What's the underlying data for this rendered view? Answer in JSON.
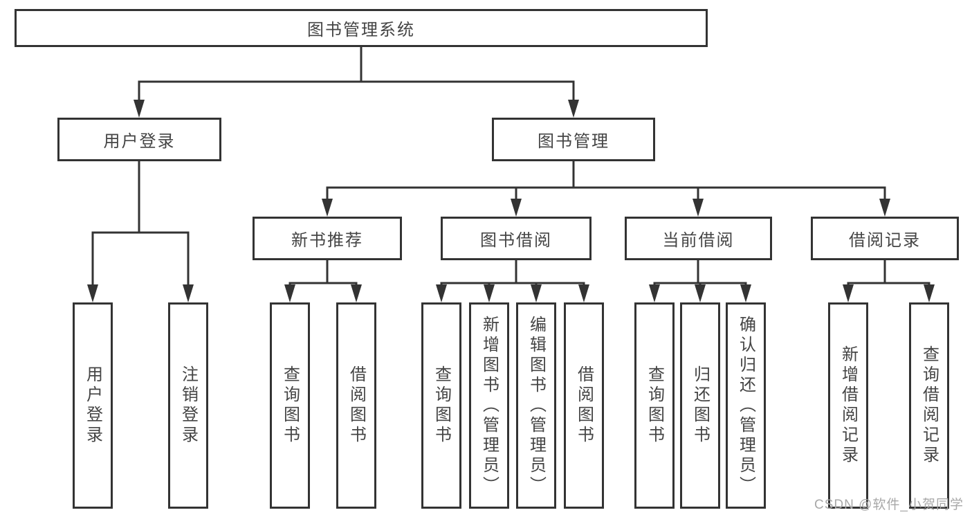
{
  "diagram_title": "图书管理系统",
  "tree": {
    "label": "图书管理系统",
    "children": [
      {
        "label": "用户登录",
        "children": [
          {
            "label": "用户登录"
          },
          {
            "label": "注销登录"
          }
        ]
      },
      {
        "label": "图书管理",
        "children": [
          {
            "label": "新书推荐",
            "children": [
              {
                "label": "查询图书"
              },
              {
                "label": "借阅图书"
              }
            ]
          },
          {
            "label": "图书借阅",
            "children": [
              {
                "label": "查询图书"
              },
              {
                "label": "新增图书（管理员）"
              },
              {
                "label": "编辑图书（管理员）"
              },
              {
                "label": "借阅图书"
              }
            ]
          },
          {
            "label": "当前借阅",
            "children": [
              {
                "label": "查询图书"
              },
              {
                "label": "归还图书"
              },
              {
                "label": "确认归还（管理员）"
              }
            ]
          },
          {
            "label": "借阅记录",
            "children": [
              {
                "label": "新增借阅记录"
              },
              {
                "label": "查询借阅记录"
              }
            ]
          }
        ]
      }
    ]
  },
  "watermark": {
    "text": "CSDN @软件_小贺同学"
  },
  "colors": {
    "line": "#333333",
    "text": "#444444",
    "watermark": "#a8a8a8",
    "background": "#ffffff"
  }
}
